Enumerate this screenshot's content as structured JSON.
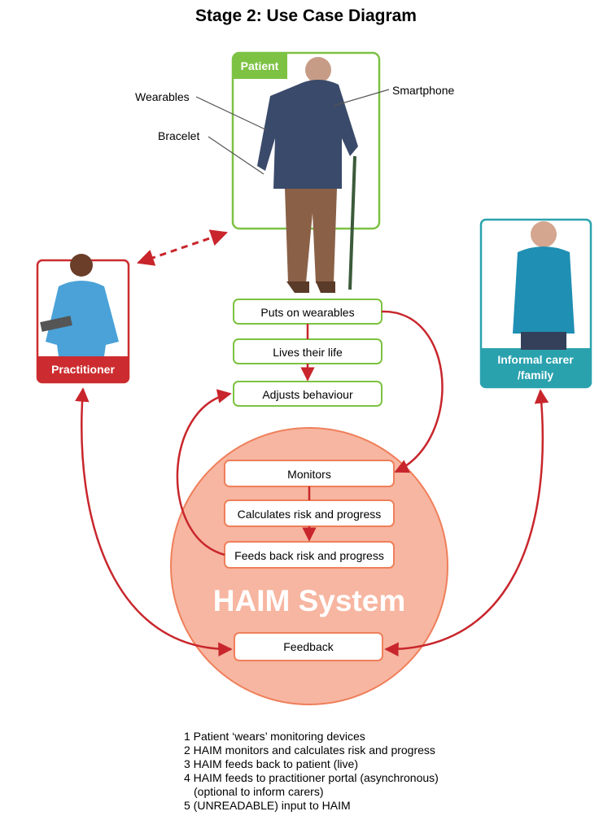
{
  "title": "Stage 2: Use Case Diagram",
  "actors": {
    "patient": "Patient",
    "practitioner": "Practitioner",
    "carer_line1": "Informal carer",
    "carer_line2": "/family"
  },
  "device_labels": {
    "wearables": "Wearables",
    "smartphone": "Smartphone",
    "bracelet": "Bracelet"
  },
  "patient_steps": [
    "Puts on wearables",
    "Lives their life",
    "Adjusts behaviour"
  ],
  "system": {
    "name": "HAIM System",
    "steps": [
      "Monitors",
      "Calculates risk and progress",
      "Feeds back risk and progress"
    ],
    "feedback": "Feedback"
  },
  "notes": [
    "1 Patient ‘wears’ monitoring devices",
    "2 HAIM monitors and calculates risk and progress",
    "3 HAIM feeds back to patient (live)",
    "4 HAIM feeds to practitioner portal (asynchronous)",
    "(optional to inform carers)",
    "5 (UNREADABLE) input to HAIM"
  ],
  "colors": {
    "patient_green": "#7dc243",
    "practitioner_red": "#cc2c2f",
    "carer_teal": "#2aa2ae",
    "arrow_red": "#c8262c",
    "system_fill": "#f7b6a1",
    "system_stroke": "#ef7f5a",
    "step_stroke_orange": "#ef7f5a"
  }
}
